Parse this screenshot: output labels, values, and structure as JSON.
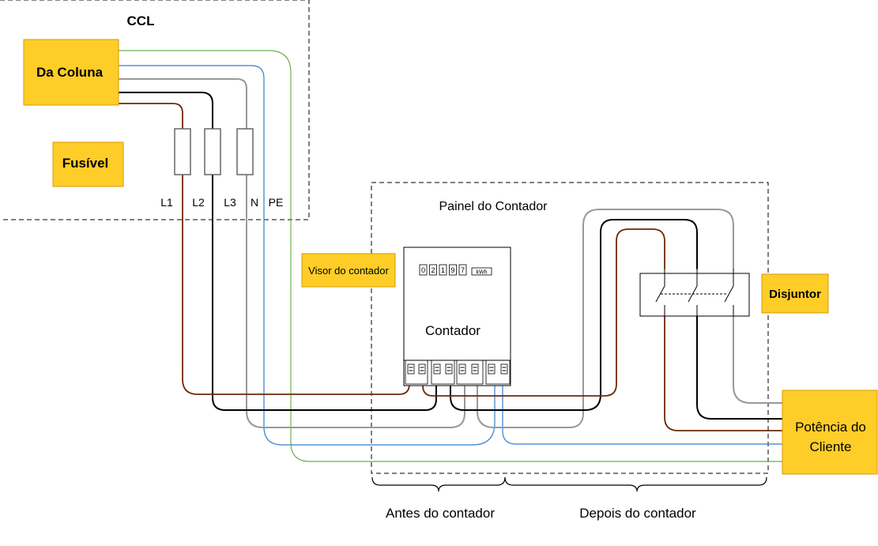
{
  "ccl": {
    "title": "CCL",
    "source_label": "Da Coluna",
    "fuse_label": "Fusível"
  },
  "phases": [
    "L1",
    "L2",
    "L3",
    "N",
    "PE"
  ],
  "panel": {
    "title": "Painel do Contador",
    "meter_display_label": "Visor do contador"
  },
  "meter": {
    "label": "Contador",
    "digits": [
      "0",
      "2",
      "1",
      "9",
      "7"
    ],
    "unit": "kWh"
  },
  "breaker_label": "Disjuntor",
  "client": {
    "line1": "Potência do",
    "line2": "Cliente"
  },
  "sections": {
    "before": "Antes do contador",
    "after": "Depois do contador"
  },
  "colors": {
    "label_fill": "#ffcd28",
    "label_stroke": "#d79b00",
    "L1": "#6b2a0a",
    "L2": "#000000",
    "L3": "#999999",
    "N": "#2f7fd0",
    "PE": "#6ab04c"
  }
}
